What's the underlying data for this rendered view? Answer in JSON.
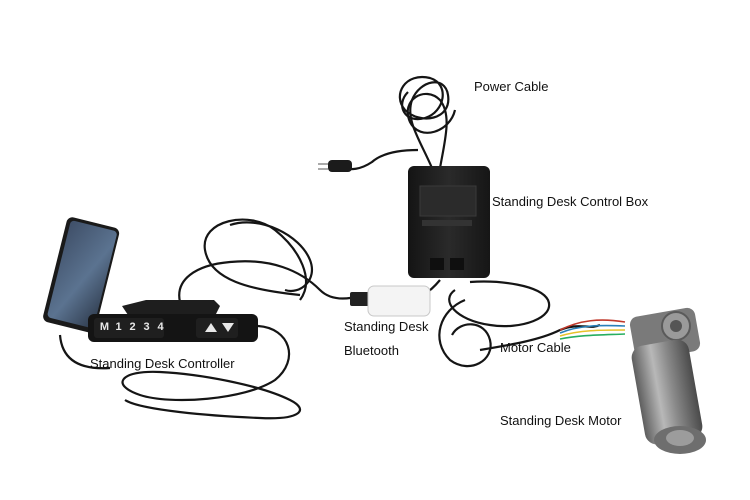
{
  "labels": {
    "power_cable": "Power Cable",
    "control_box": "Standing Desk Control Box",
    "bluetooth_line1": "Standing Desk",
    "bluetooth_line2": "Bluetooth",
    "controller": "Standing Desk Controller",
    "motor_cable": "Motor Cable",
    "motor": "Standing Desk Motor"
  },
  "controller_keys": [
    "M",
    "1",
    "2",
    "3",
    "4"
  ],
  "colors": {
    "cable": "#151515",
    "device_black": "#1b1b1b",
    "bluetooth_body": "#f4f4f4",
    "motor_metal": "#8f8f8f",
    "phone_screen": "#4a5f7a"
  },
  "icons": [
    "arrow-up-icon",
    "arrow-down-icon"
  ]
}
